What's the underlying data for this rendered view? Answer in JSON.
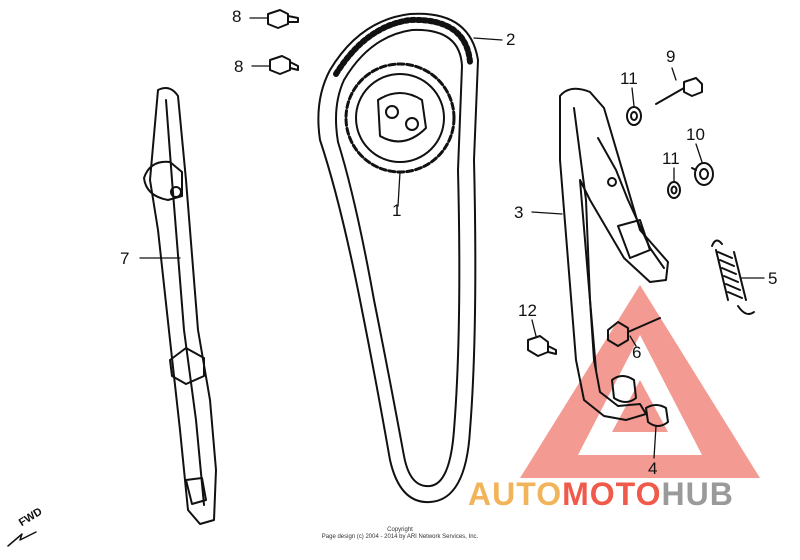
{
  "callouts": [
    {
      "id": "8a",
      "label": "8"
    },
    {
      "id": "8b",
      "label": "8"
    },
    {
      "id": "2",
      "label": "2"
    },
    {
      "id": "9",
      "label": "9"
    },
    {
      "id": "11a",
      "label": "11"
    },
    {
      "id": "10",
      "label": "10"
    },
    {
      "id": "11b",
      "label": "11"
    },
    {
      "id": "1",
      "label": "1"
    },
    {
      "id": "3",
      "label": "3"
    },
    {
      "id": "7",
      "label": "7"
    },
    {
      "id": "5",
      "label": "5"
    },
    {
      "id": "12",
      "label": "12"
    },
    {
      "id": "6",
      "label": "6"
    },
    {
      "id": "4",
      "label": "4"
    }
  ],
  "fwd_label": "FWD",
  "copyright": {
    "line1": "Copyright",
    "line2": "Page design (c) 2004 - 2014 by ARI Network Services, Inc."
  },
  "watermark": {
    "auto": "AUTO",
    "moto": "MOTO",
    "hub": "HUB",
    "colors": {
      "auto": "#f2b45a",
      "moto": "#ef5a4a",
      "hub": "#9a9a9a",
      "triangle": "#f07a6e"
    }
  }
}
